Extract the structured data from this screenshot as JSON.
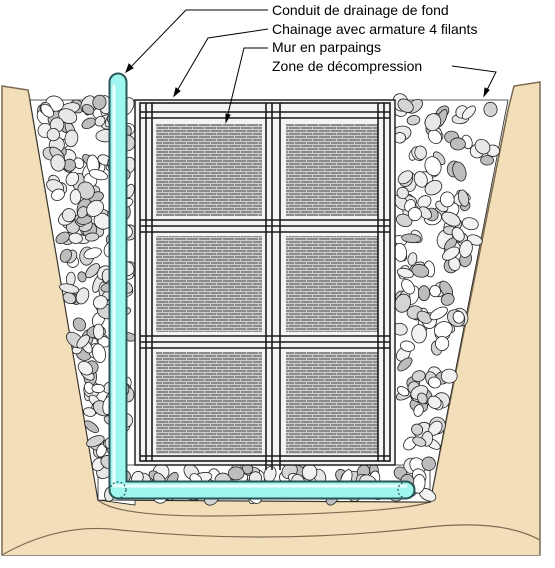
{
  "labels": {
    "drain": "Conduit de drainage de fond",
    "chaining": "Chainage avec armature 4 filants",
    "wall": "Mur en parpaings",
    "decompression": "Zone de décompression"
  },
  "colors": {
    "soil": "#f2dfba",
    "soil_stroke": "#7a6a50",
    "pipe": "#9ff5ef",
    "pipe_stroke": "#2a5555",
    "brick": "#909090",
    "mortar": "#cfcfcf",
    "frame": "#1a1a1a"
  }
}
